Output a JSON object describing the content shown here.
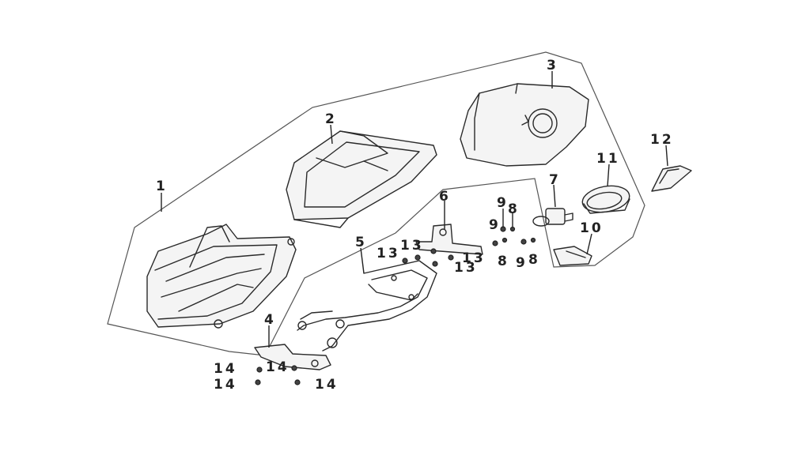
{
  "callouts": {
    "c1": "1",
    "c2": "2",
    "c3": "3",
    "c4": "4",
    "c5": "5",
    "c6": "6",
    "c7": "7",
    "c8a": "8",
    "c8b": "8",
    "c8c": "8",
    "c9a": "9",
    "c9b": "9",
    "c9c": "9",
    "c10": "10",
    "c11": "11",
    "c12": "12",
    "c13a": "13",
    "c13b": "13",
    "c13c": "13",
    "c13d": "13",
    "c14a": "14",
    "c14b": "14",
    "c14c": "14",
    "c14d": "14"
  }
}
